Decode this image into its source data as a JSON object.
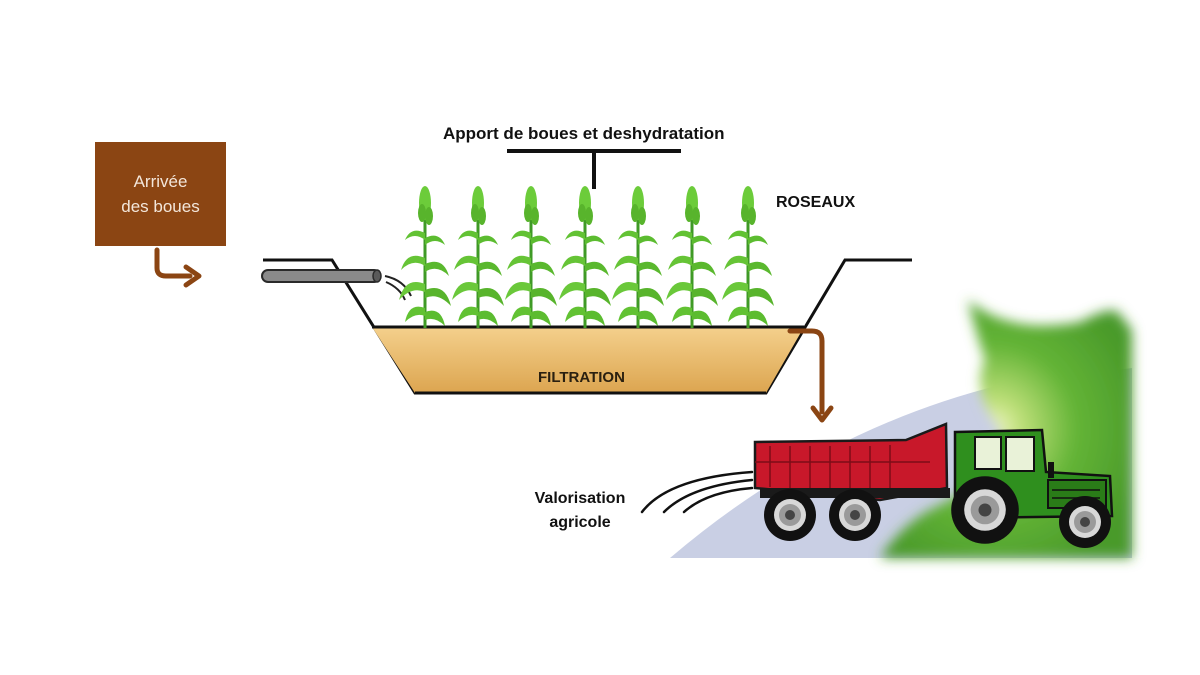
{
  "inlet": {
    "line1": "Arrivée",
    "line2": "des boues"
  },
  "labels": {
    "apport": "Apport de boues et deshydratation",
    "roseaux": "ROSEAUX",
    "filtration": "FILTRATION",
    "valorisation_line1": "Valorisation",
    "valorisation_line2": "agricole"
  },
  "colors": {
    "inlet_box": "#8b4513",
    "arrow": "#8b4513",
    "filtration_bed": "#e8b864",
    "reeds": "#5cb82e",
    "trailer": "#c8182a",
    "tractor": "#2f8f1e",
    "field": "#c9cfe4",
    "leaf_background": "#62b536"
  },
  "icons": {
    "inlet_arrow": "curved-arrow-right-icon",
    "outlet_arrow": "curved-arrow-down-icon",
    "pipe": "pipe-icon",
    "reed": "reed-plant-icon",
    "tractor": "tractor-with-trailer-icon",
    "spray": "spreading-lines-icon"
  }
}
